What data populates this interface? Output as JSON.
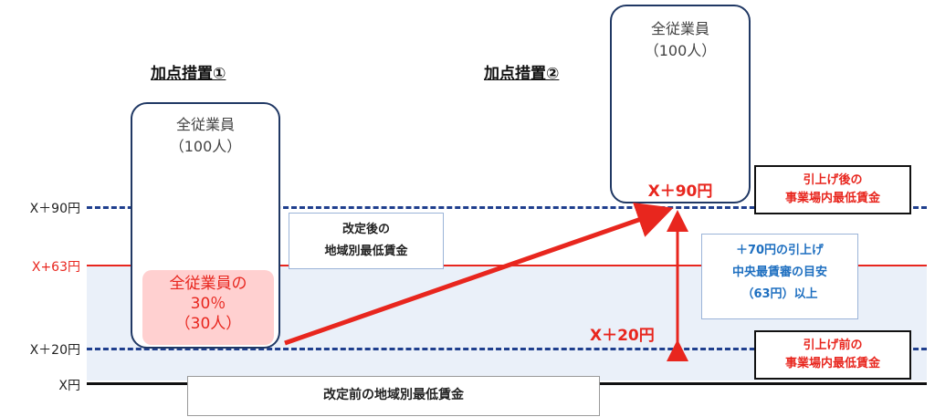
{
  "levels": {
    "x90": "X＋90円",
    "x63": "X+63円",
    "x20": "X＋20円",
    "x0": "X円"
  },
  "measure1": {
    "heading": "加点措置①",
    "all_label": "全従業員",
    "all_count": "（100人）",
    "part_label": "全従業員の",
    "part_pct": "30％",
    "part_count": "（30人）"
  },
  "measure2": {
    "heading": "加点措置②",
    "all_label": "全従業員",
    "all_count": "（100人）"
  },
  "new_regional_label": {
    "line1": "改定後の",
    "line2": "地域別最低賃金"
  },
  "old_regional_label": "改定前の地域別最低賃金",
  "after_raise": {
    "line1": "引上げ後の",
    "line2": "事業場内最低賃金",
    "value": "X＋90円"
  },
  "before_raise": {
    "line1": "引上げ前の",
    "line2": "事業場内最低賃金",
    "value": "X＋20円"
  },
  "raise_note": {
    "line1": "＋70円の引上げ",
    "line2": "中央最賃審の目安",
    "line3": "（63円）以上"
  },
  "colors": {
    "red": "#e8261e",
    "navy": "#1f3f8e",
    "band": "#eaf0f9",
    "pink": "#ffd0d0"
  }
}
